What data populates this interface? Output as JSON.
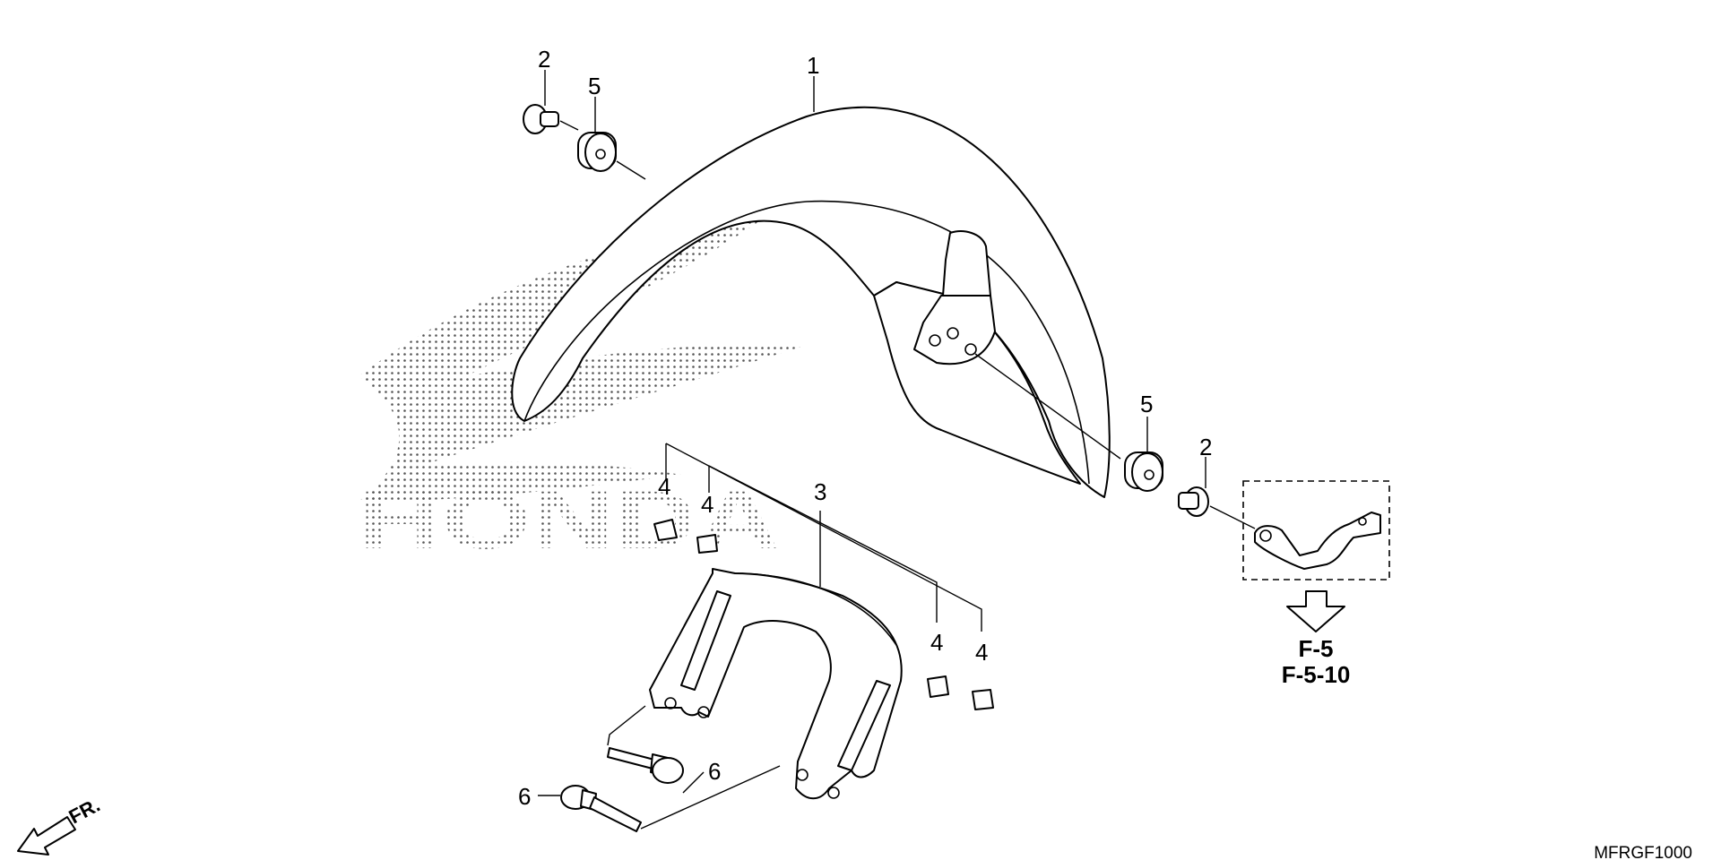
{
  "callouts": [
    {
      "num": "1",
      "part": "front-fender"
    },
    {
      "num": "2",
      "part": "collar-left"
    },
    {
      "num": "5",
      "part": "grommet-left"
    },
    {
      "num": "5",
      "part": "grommet-right"
    },
    {
      "num": "2",
      "part": "collar-right"
    },
    {
      "num": "3",
      "part": "fender-stay"
    },
    {
      "num": "4",
      "part": "clip-a"
    },
    {
      "num": "4",
      "part": "clip-b"
    },
    {
      "num": "4",
      "part": "clip-c"
    },
    {
      "num": "4",
      "part": "clip-d"
    },
    {
      "num": "6",
      "part": "bolt-upper"
    },
    {
      "num": "6",
      "part": "bolt-lower"
    }
  ],
  "references": [
    "F-5",
    "F-5-10"
  ],
  "watermark": "HONDA",
  "direction_label": "FR.",
  "diagram_code": "MFRGF1000"
}
